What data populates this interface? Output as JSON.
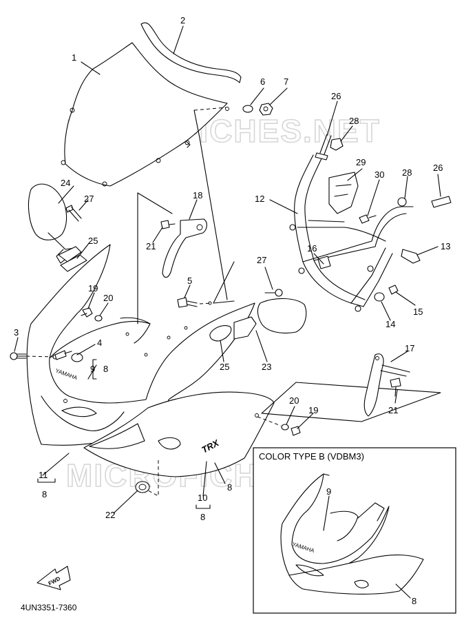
{
  "watermark": "MICROFICHES.NET",
  "inset_title": "COLOR TYPE B (VDBM3)",
  "diagram_code": "4UN3351-7360",
  "fwd_text": "FWD",
  "decals": {
    "yamaha": "YAMAHA",
    "trx": "TRX"
  },
  "callouts": {
    "c1": "1",
    "c2": "2",
    "c3": "3",
    "c4": "4",
    "c5": "5",
    "c6": "6",
    "c7": "7",
    "c8a": "8",
    "c8b": "8",
    "c8c": "8",
    "c8d": "8",
    "c8e": "8",
    "c9": "9",
    "c9inset": "9",
    "c10": "10",
    "c11": "11",
    "c12": "12",
    "c13": "13",
    "c14": "14",
    "c15": "15",
    "c16": "16",
    "c17": "17",
    "c18": "18",
    "c19a": "19",
    "c19b": "19",
    "c20a": "20",
    "c20b": "20",
    "c21a": "21",
    "c21b": "21",
    "c22": "22",
    "c23": "23",
    "c24": "24",
    "c25a": "25",
    "c25b": "25",
    "c26a": "26",
    "c26b": "26",
    "c27a": "27",
    "c27b": "27",
    "c28a": "28",
    "c28b": "28",
    "c29": "29",
    "c30": "30"
  }
}
